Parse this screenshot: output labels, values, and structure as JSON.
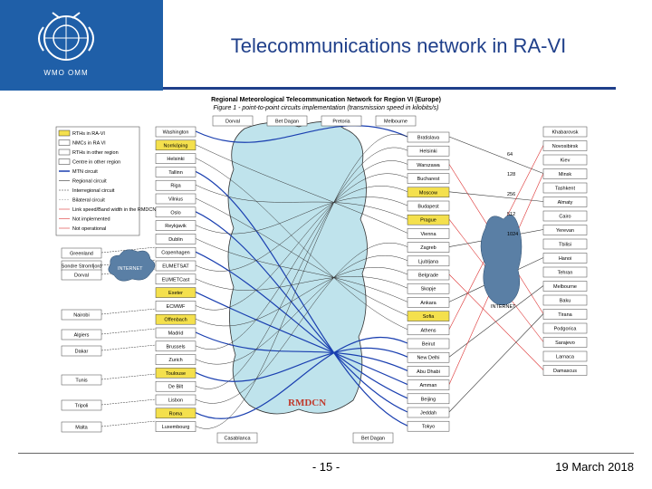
{
  "header": {
    "logo_text": "WMO OMM",
    "title": "Telecommunications network in RA-VI",
    "brand_color": "#1f5fa8",
    "title_color": "#1f3f8a"
  },
  "figure": {
    "caption_line1": "Regional Meteorological Telecommunication Network for Region VI (Europe)",
    "caption_line2": "Figure 1 - point-to-point circuits implementation (transmission speed in kilobits/s)",
    "cloud_label": "RMDCN",
    "cloud_color": "#bfe3ec",
    "legend": [
      {
        "label": "RTHs in RA-VI"
      },
      {
        "label": "NMCs in RA VI"
      },
      {
        "label": "RTHs in other region"
      },
      {
        "label": "Centre in other region"
      },
      {
        "label": "MTN circuit"
      },
      {
        "label": "Regional circuit"
      },
      {
        "label": "Interregional circuit"
      },
      {
        "label": "Bilateral circuit"
      },
      {
        "label": "Link speed/Band width in the RMDCN"
      },
      {
        "label": "Not implemented"
      },
      {
        "label": "Not operational"
      }
    ],
    "left_nodes": [
      "Washington",
      "Norrköping",
      "Helsinki",
      "Tallinn",
      "Riga",
      "Vilnius",
      "Oslo",
      "Reykjavik",
      "Dublin",
      "Copenhagen",
      "EUMETSAT",
      "EUMETCast",
      "Exeter",
      "ECMWF",
      "Offenbach",
      "Madrid",
      "Brussels",
      "Zurich",
      "Toulouse",
      "De Bilt",
      "Lisbon",
      "Roma",
      "Luxembourg"
    ],
    "top_nodes": [
      "Dorval",
      "Bet Dagan",
      "Pretoria",
      "Melbourne"
    ],
    "right_nodes": [
      "Bratislava",
      "Helsinki",
      "Warszawa",
      "Bucharest",
      "Moscow",
      "Budapest",
      "Prague",
      "Vienna",
      "Zagreb",
      "Ljubljana",
      "Belgrade",
      "Skopje",
      "Ankara",
      "Sofia",
      "Athens",
      "Beirut",
      "New Delhi",
      "Abu Dhabi",
      "Amman",
      "Beijing",
      "Jeddah",
      "Tokyo"
    ],
    "far_right_nodes": [
      "Khabarovsk",
      "Novosibirsk",
      "Kiev",
      "Minsk",
      "Tashkent",
      "Almaty",
      "Cairo",
      "Yerevan",
      "Tbilisi",
      "Hanoi",
      "Tehran",
      "Melbourne",
      "Baku",
      "Tirana",
      "Podgorica",
      "Sarajevo",
      "Larnaca",
      "Damascus"
    ],
    "outer_left_nodes": [
      "Greenland",
      "Sondre Stromfjord",
      "Dorval",
      "Nairobi",
      "Algiers",
      "Dakar",
      "Tunis",
      "Tripoli",
      "Malta"
    ],
    "bottom_nodes": [
      "Bet Dagan",
      "Casablanca"
    ],
    "speed_labels": [
      "64",
      "128",
      "256",
      "512",
      "1024"
    ],
    "internet_label": "INTERNET"
  },
  "footer": {
    "page_number": "- 15 -",
    "date": "19 March 2018"
  }
}
